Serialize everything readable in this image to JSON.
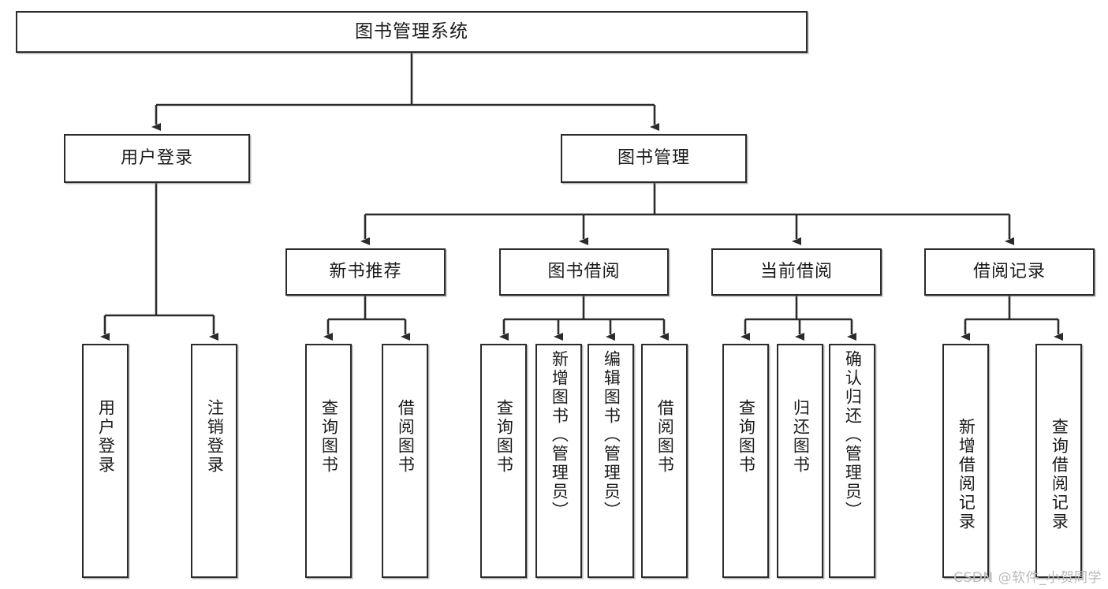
{
  "diagram": {
    "title": "图书管理系统",
    "type": "tree",
    "watermark": "CSDN @软件_小贺同学",
    "colors": {
      "box_border": "#2b2b2b",
      "box_fill": "#ffffff",
      "line": "#2b2b2b",
      "text": "#1b1b1b",
      "watermark": "#b9b9b9"
    },
    "nodes": {
      "root": {
        "label": "图书管理系统"
      },
      "level1": [
        {
          "label": "用户登录"
        },
        {
          "label": "图书管理"
        }
      ],
      "level2": [
        {
          "label": "新书推荐"
        },
        {
          "label": "图书借阅"
        },
        {
          "label": "当前借阅"
        },
        {
          "label": "借阅记录"
        }
      ],
      "leaves": {
        "user_login": [
          {
            "label": "用户登录"
          },
          {
            "label": "注销登录"
          }
        ],
        "new_book_rec": [
          {
            "label": "查询图书"
          },
          {
            "label": "借阅图书"
          }
        ],
        "book_borrow": [
          {
            "label": "查询图书"
          },
          {
            "label": "新增图书（管理员）"
          },
          {
            "label": "编辑图书（管理员）"
          },
          {
            "label": "借阅图书"
          }
        ],
        "current_borrow": [
          {
            "label": "查询图书"
          },
          {
            "label": "归还图书"
          },
          {
            "label": "确认归还（管理员）"
          }
        ],
        "borrow_record": [
          {
            "label": "新增借阅记录"
          },
          {
            "label": "查询借阅记录"
          }
        ]
      }
    }
  }
}
